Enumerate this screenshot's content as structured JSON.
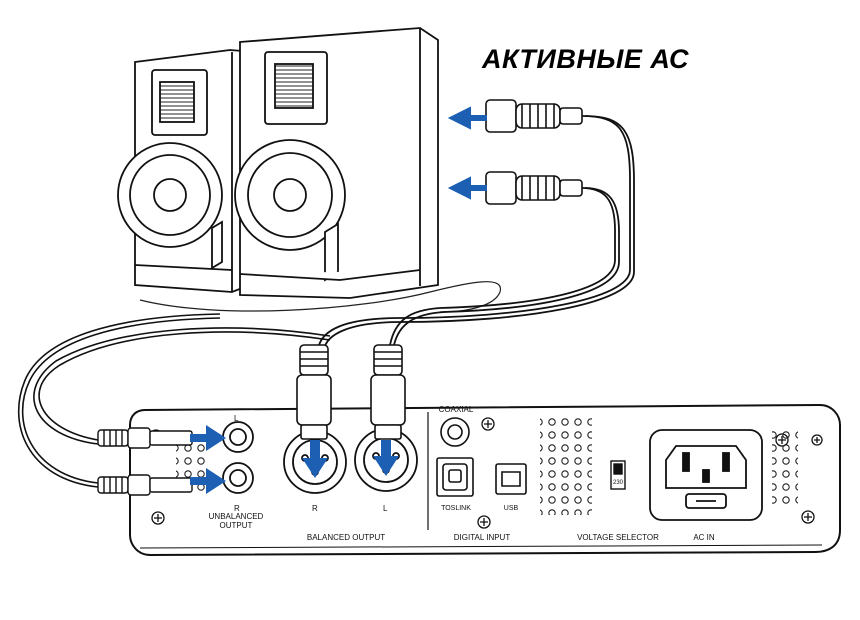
{
  "title": "АКТИВНЫЕ АС",
  "labels": {
    "jack_l": "L",
    "jack_r": "R",
    "unbalanced_line1": "UNBALANCED",
    "unbalanced_line2": "OUTPUT",
    "xlr_r": "R",
    "xlr_l": "L",
    "balanced_output": "BALANCED OUTPUT",
    "coaxial": "COAXIAL",
    "toslink": "TOSLINK",
    "usb": "USB",
    "digital_input": "DIGITAL INPUT",
    "voltage_value": "230",
    "voltage_selector": "VOLTAGE SELECTOR",
    "ac_in": "AC IN"
  },
  "colors": {
    "arrow": "#1c5fb3",
    "line": "#1a1a1a"
  }
}
